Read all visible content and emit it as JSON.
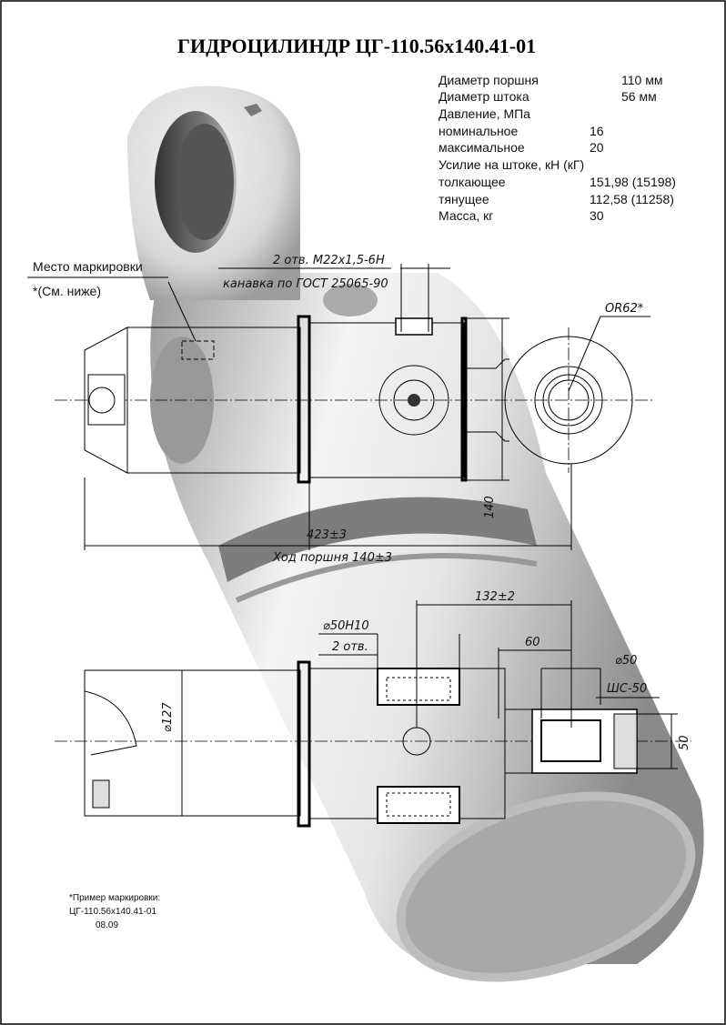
{
  "title": "ГИДРОЦИЛИНДР ЦГ-110.56х140.41-01",
  "specs": [
    {
      "label": "Диаметр поршня",
      "value": "110 мм"
    },
    {
      "label": "Диаметр штока",
      "value": "56 мм"
    },
    {
      "label": "Давление, МПа",
      "value": ""
    },
    {
      "label": "номинальное",
      "value": "16"
    },
    {
      "label": "максимальное",
      "value": "20"
    },
    {
      "label": "Усилие на штоке, кН (кГ)",
      "value": ""
    },
    {
      "label": "толкающее",
      "value": "151,98 (15198)"
    },
    {
      "label": "тянущее",
      "value": "112,58 (11258)"
    },
    {
      "label": "Масса, кг",
      "value": "30"
    }
  ],
  "annotations": {
    "marking_place": "Место маркировки",
    "see_below": "*(См. ниже)",
    "holes_thread": "2 отв. М22х1,5-6Н",
    "groove": "канавка по ГОСТ 25065-90",
    "radius": "OR62*",
    "dim_140": "140",
    "dim_423": "423±3",
    "stroke": "Ход поршня 140±3",
    "dim_132": "132±2",
    "bore": "⌀50Н10",
    "two_holes": "2 отв.",
    "dim_60": "60",
    "dia_50": "⌀50",
    "bearing": "ШС-50",
    "dia_127": "⌀127",
    "dim_50": "50"
  },
  "marking_example": {
    "heading": "*Пример маркировки:",
    "code": "ЦГ-110.56х140.41-01",
    "date": "08.09"
  }
}
